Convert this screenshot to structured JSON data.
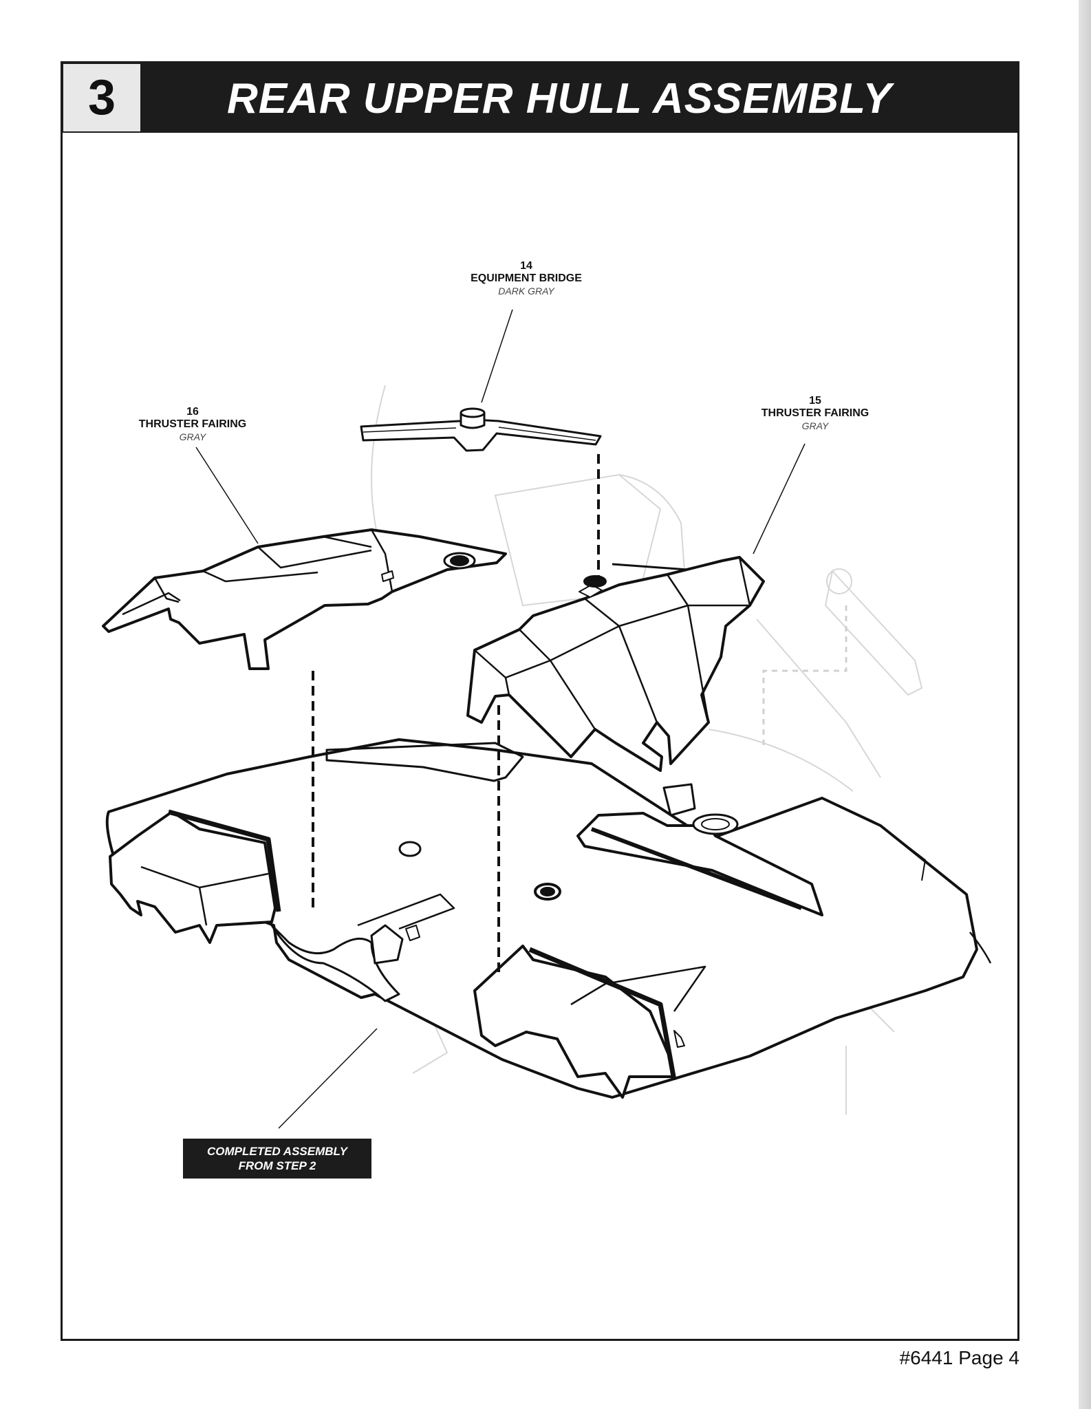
{
  "step": {
    "number": "3",
    "title": "REAR UPPER HULL ASSEMBLY"
  },
  "parts": [
    {
      "number": "14",
      "name": "EQUIPMENT BRIDGE",
      "color": "DARK GRAY"
    },
    {
      "number": "16",
      "name": "THRUSTER FAIRING",
      "color": "GRAY"
    },
    {
      "number": "15",
      "name": "THRUSTER FAIRING",
      "color": "GRAY"
    }
  ],
  "completed_assembly": {
    "line1": "COMPLETED ASSEMBLY",
    "line2": "FROM STEP 2"
  },
  "footer": {
    "page_label": "#6441 Page 4"
  }
}
